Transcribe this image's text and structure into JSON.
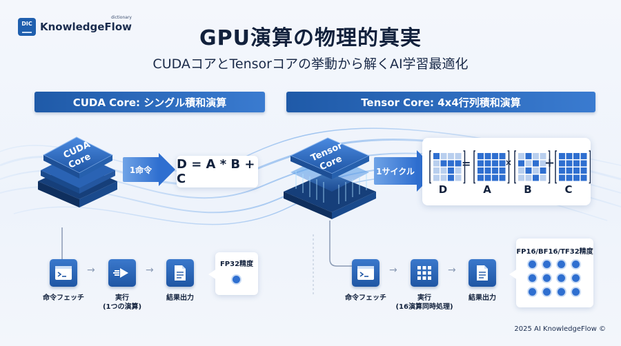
{
  "logo": {
    "badge": "DIC",
    "name": "KnowledgeFlow",
    "sub": "dictionary"
  },
  "title": "GPU演算の物理的真実",
  "subtitle": "CUDAコアとTensorコアの挙動から解くAI学習最適化",
  "cuda": {
    "header": "CUDA Core: シングル積和演算",
    "chip_label_1": "CUDA",
    "chip_label_2": "Core",
    "arrow_label": "1命令",
    "equation": "D = A * B + C",
    "steps": [
      {
        "label": "命令フェッチ"
      },
      {
        "label": "実行",
        "sub": "(1つの演算)"
      },
      {
        "label": "結果出力"
      }
    ],
    "precision": "FP32精度"
  },
  "tensor": {
    "header": "Tensor Core: 4x4行列積和演算",
    "chip_label_1": "Tensor",
    "chip_label_2": "Core",
    "arrow_label": "1サイクル",
    "matrices": [
      "D",
      "A",
      "B",
      "C"
    ],
    "ops": [
      "=",
      "×",
      "+"
    ],
    "steps": [
      {
        "label": "命令フェッチ"
      },
      {
        "label": "実行",
        "sub": "(16演算同時処理)"
      },
      {
        "label": "結果出力"
      }
    ],
    "precision": "FP16/BF16/TF32精度"
  },
  "footer": "2025 AI KnowledgeFlow ©",
  "colors": {
    "primary": "#1f5aa8",
    "accent": "#2f6fd0",
    "text": "#12213c"
  },
  "icons": [
    "terminal-icon",
    "execute-arrow-icon",
    "document-icon",
    "grid-icon"
  ]
}
